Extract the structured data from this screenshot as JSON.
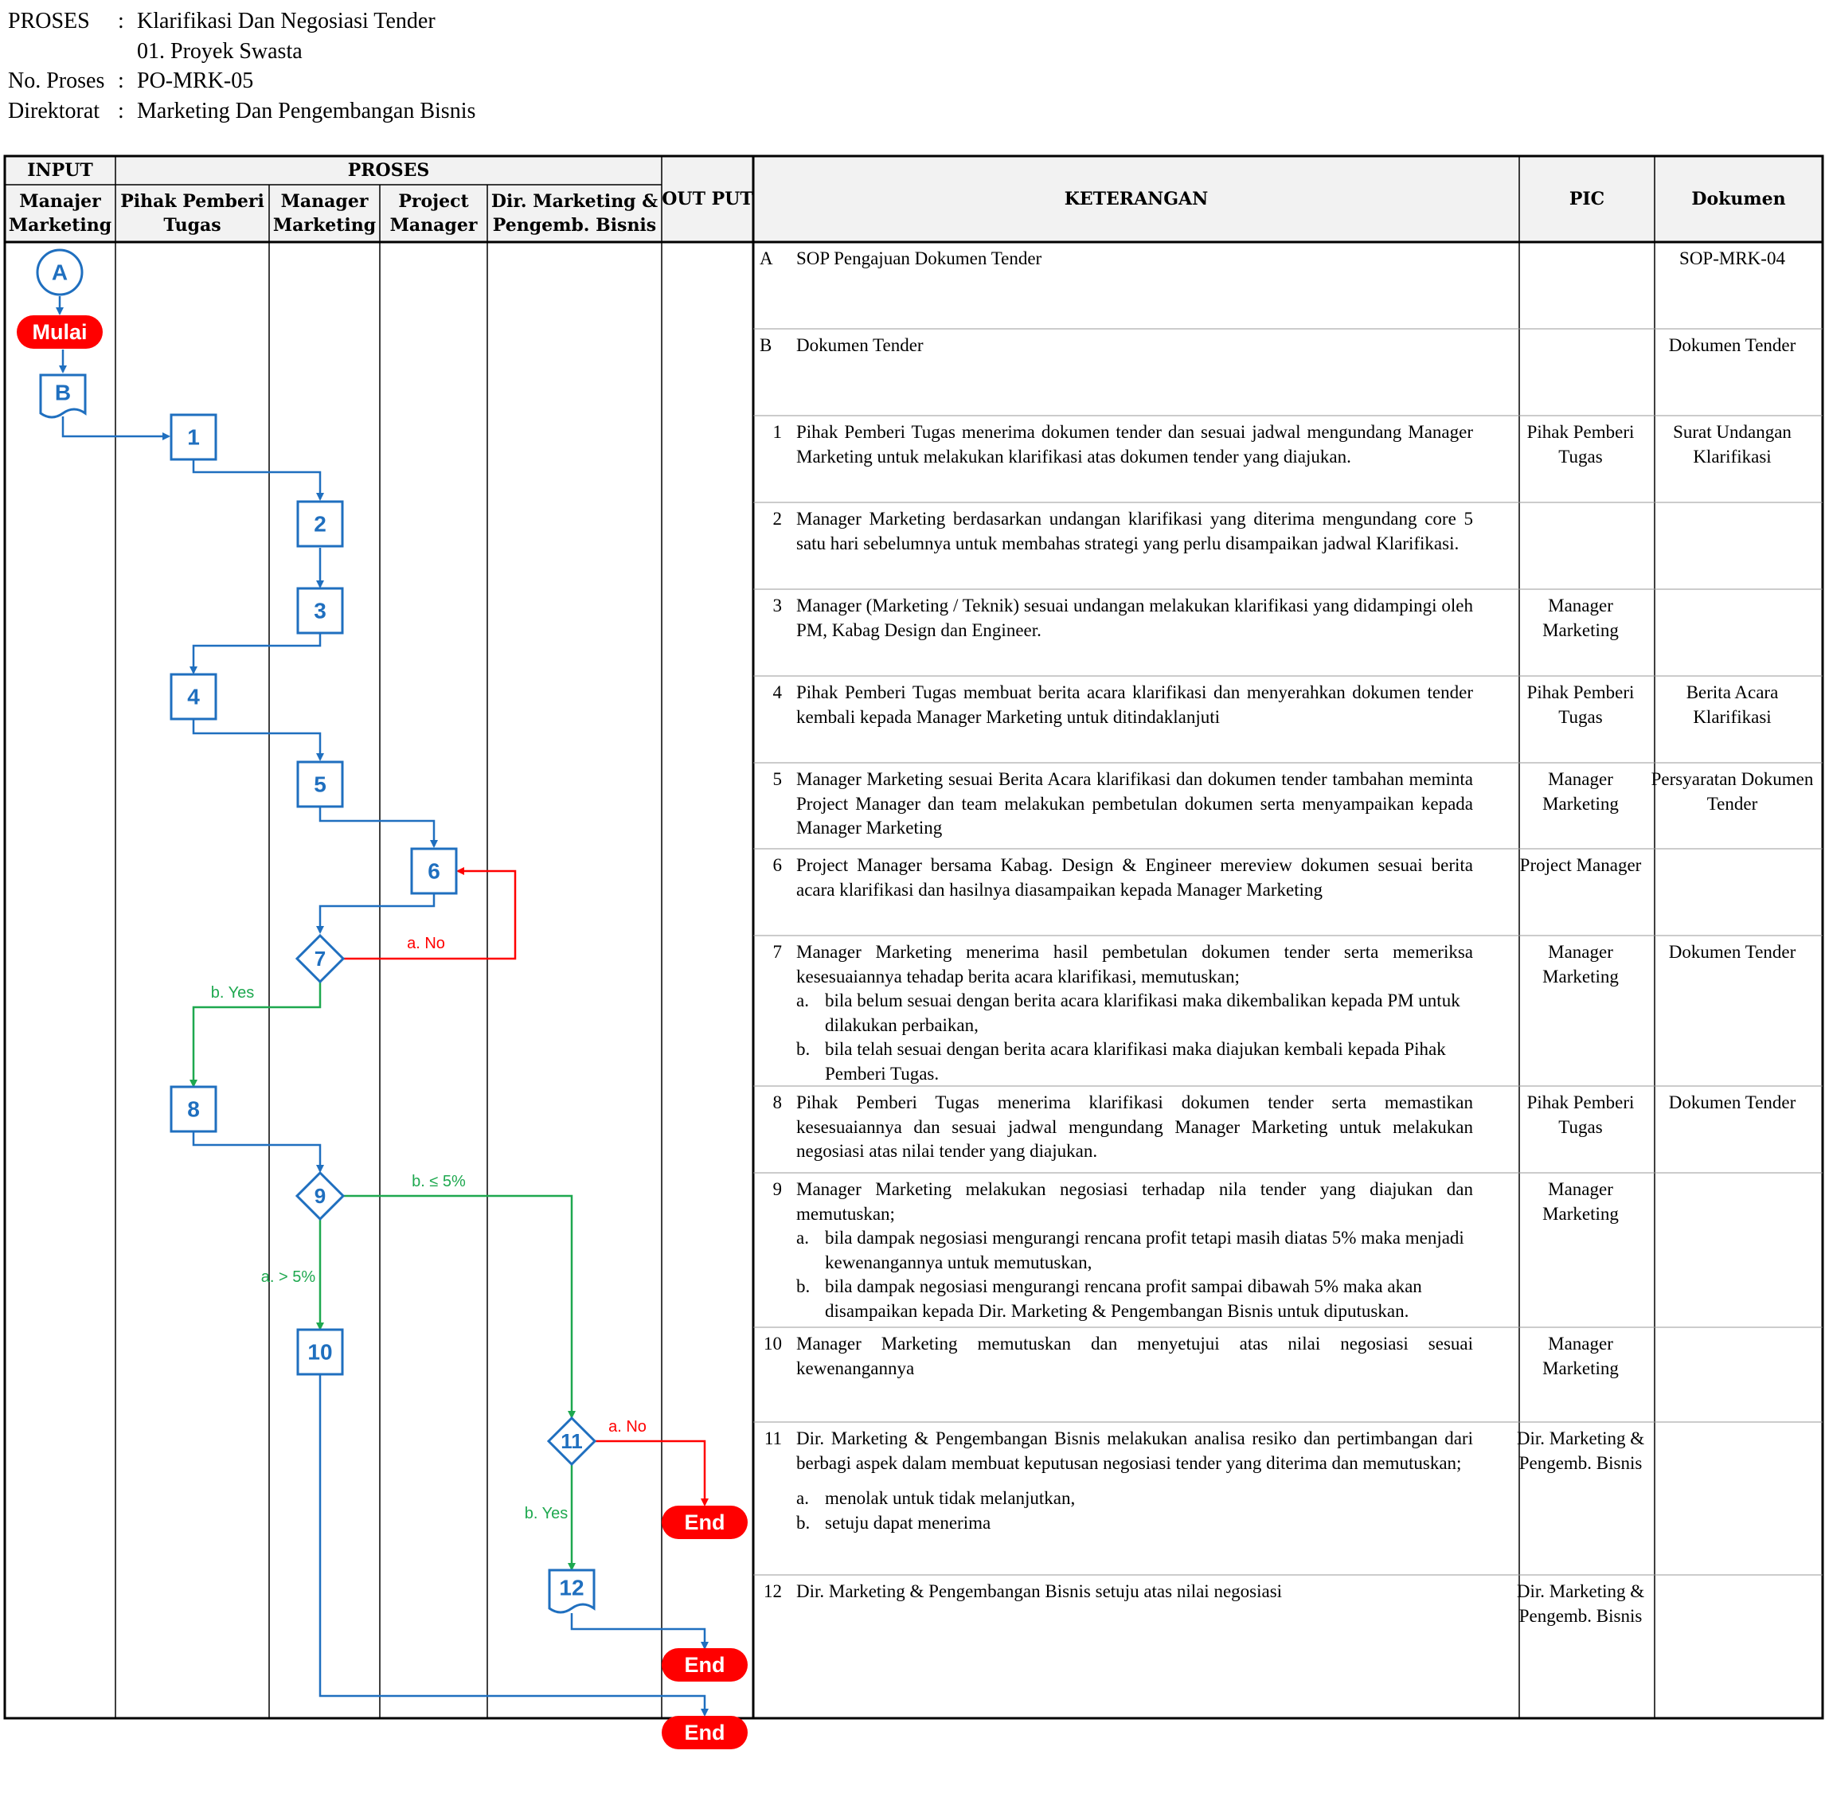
{
  "header_info": {
    "proses_label": "PROSES",
    "proses_value": "Klarifikasi Dan Negosiasi Tender",
    "proses_sub": "01. Proyek Swasta",
    "no_label": "No. Proses",
    "no_value": "PO-MRK-05",
    "dir_label": "Direktorat",
    "dir_value": "Marketing Dan Pengembangan Bisnis",
    "sep": ":"
  },
  "table_header": {
    "input": "INPUT",
    "proses": "PROSES",
    "output": "OUT PUT",
    "keterangan": "KETERANGAN",
    "pic": "PIC",
    "dokumen": "Dokumen",
    "lanes": [
      "Manajer Marketing",
      "Pihak Pemberi Tugas",
      "Manager Marketing",
      "Project Manager",
      "Dir. Marketing & Pengemb. Bisnis"
    ]
  },
  "flow": {
    "connector_a": "A",
    "start": "Mulai",
    "doc_b": "B",
    "steps": [
      "1",
      "2",
      "3",
      "4",
      "5",
      "6",
      "7",
      "8",
      "9",
      "10",
      "11",
      "12"
    ],
    "end": "End",
    "labels": {
      "d7_no": "a. No",
      "d7_yes": "b. Yes",
      "d9_le": "b. ≤ 5%",
      "d9_gt": "a. > 5%",
      "d11_no": "a. No",
      "d11_yes": "b. Yes"
    },
    "colors": {
      "blue": "#1f6fbf",
      "red": "#ff0000",
      "green": "#1ea84f"
    }
  },
  "rows": [
    {
      "no": "A",
      "desc": "SOP Pengajuan Dokumen Tender",
      "pic": "",
      "doc": "SOP-MRK-04"
    },
    {
      "no": "B",
      "desc": "Dokumen Tender",
      "pic": "",
      "doc": "Dokumen Tender"
    },
    {
      "no": "1",
      "desc": "Pihak Pemberi Tugas menerima dokumen tender dan sesuai jadwal mengundang Manager Marketing untuk melakukan klarifikasi atas dokumen tender yang diajukan.",
      "pic": "Pihak Pemberi Tugas",
      "doc": "Surat Undangan Klarifikasi"
    },
    {
      "no": "2",
      "desc": "Manager Marketing berdasarkan undangan klarifikasi yang diterima mengundang core 5 satu hari sebelumnya untuk membahas strategi yang perlu disampaikan jadwal Klarifikasi.",
      "pic": "",
      "doc": ""
    },
    {
      "no": "3",
      "desc": "Manager (Marketing / Teknik) sesuai undangan melakukan klarifikasi yang didampingi oleh PM, Kabag Design dan Engineer.",
      "pic": "Manager Marketing",
      "doc": ""
    },
    {
      "no": "4",
      "desc": "Pihak Pemberi Tugas membuat berita acara klarifikasi dan menyerahkan dokumen tender kembali kepada Manager Marketing untuk ditindaklanjuti",
      "pic": "Pihak Pemberi Tugas",
      "doc": "Berita Acara Klarifikasi"
    },
    {
      "no": "5",
      "desc": "Manager Marketing sesuai Berita Acara klarifikasi dan dokumen tender tambahan meminta Project Manager dan team melakukan pembetulan dokumen serta menyampaikan kepada Manager Marketing",
      "pic": "Manager Marketing",
      "doc": "Persyaratan Dokumen Tender"
    },
    {
      "no": "6",
      "desc": "Project Manager bersama Kabag. Design & Engineer mereview dokumen sesuai berita acara klarifikasi dan hasilnya diasampaikan kepada Manager Marketing",
      "pic": "Project Manager",
      "doc": ""
    },
    {
      "no": "7",
      "desc": "Manager Marketing menerima hasil pembetulan dokumen tender serta memeriksa kesesuaiannya tehadap berita acara klarifikasi, memutuskan;",
      "subs": [
        {
          "l": "a.",
          "t": "bila belum sesuai dengan berita acara klarifikasi maka dikembalikan kepada PM untuk dilakukan perbaikan,"
        },
        {
          "l": "b.",
          "t": "bila telah sesuai dengan berita acara klarifikasi maka diajukan kembali kepada Pihak Pemberi Tugas."
        }
      ],
      "pic": "Manager Marketing",
      "doc": "Dokumen Tender"
    },
    {
      "no": "8",
      "desc": "Pihak Pemberi Tugas menerima klarifikasi dokumen tender serta memastikan kesesuaiannya dan sesuai jadwal mengundang Manager Marketing untuk melakukan negosiasi atas nilai tender yang diajukan.",
      "pic": "Pihak Pemberi Tugas",
      "doc": "Dokumen Tender"
    },
    {
      "no": "9",
      "desc": "Manager Marketing melakukan negosiasi terhadap nila tender yang diajukan dan memutuskan;",
      "subs": [
        {
          "l": "a.",
          "t": "bila dampak negosiasi mengurangi rencana profit tetapi masih diatas 5% maka menjadi kewenangannya untuk memutuskan,"
        },
        {
          "l": "b.",
          "t": "bila dampak negosiasi mengurangi rencana profit sampai dibawah 5% maka akan disampaikan kepada Dir. Marketing & Pengembangan Bisnis untuk diputuskan."
        }
      ],
      "pic": "Manager Marketing",
      "doc": ""
    },
    {
      "no": "10",
      "desc": "Manager Marketing memutuskan dan menyetujui atas nilai negosiasi sesuai kewenangannya",
      "pic": "Manager Marketing",
      "doc": ""
    },
    {
      "no": "11",
      "desc": "Dir. Marketing & Pengembangan Bisnis melakukan analisa resiko dan pertimbangan dari berbagi aspek dalam membuat keputusan negosiasi tender yang diterima dan memutuskan;",
      "subs": [
        {
          "l": "a.",
          "t": "menolak untuk tidak melanjutkan,"
        },
        {
          "l": "b.",
          "t": "setuju dapat menerima"
        }
      ],
      "pic": "Dir. Marketing & Pengemb. Bisnis",
      "doc": ""
    },
    {
      "no": "12",
      "desc": "Dir. Marketing & Pengembangan Bisnis setuju atas nilai negosiasi",
      "pic": "Dir. Marketing & Pengemb. Bisnis",
      "doc": ""
    }
  ]
}
